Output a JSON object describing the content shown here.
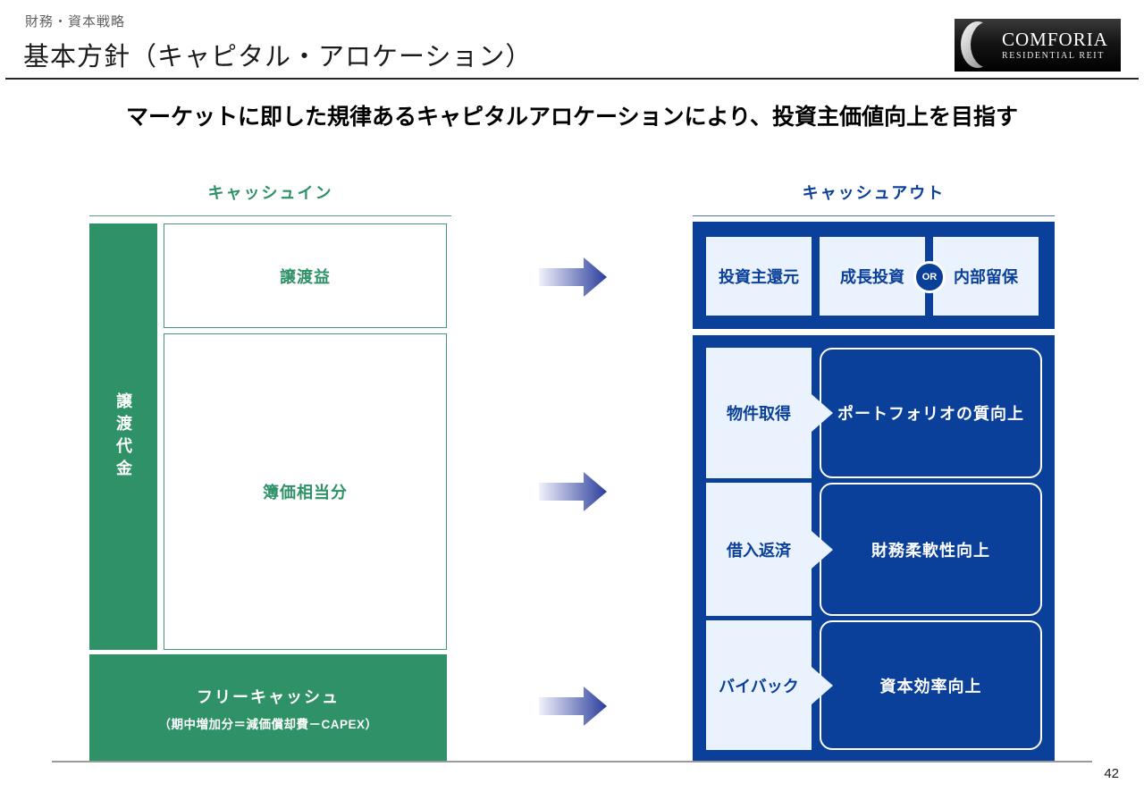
{
  "header": {
    "eyebrow": "財務・資本戦略",
    "title": "基本方針（キャピタル・アロケーション）",
    "logo": {
      "name": "COMFORIA",
      "sub": "RESIDENTIAL REIT"
    }
  },
  "subtitle": "マーケットに即した規律あるキャピタルアロケーションにより、投資主価値向上を目指す",
  "cash_in": {
    "heading": "キャッシュイン",
    "side_label": "譲渡代金",
    "boxes": {
      "gain": "譲渡益",
      "book": "簿価相当分"
    },
    "free_cash": {
      "title": "フリーキャッシュ",
      "note": "（期中増加分＝減価償却費－CAPEX）"
    }
  },
  "cash_out": {
    "heading": "キャッシュアウト",
    "top_row": {
      "items": [
        "投資主還元",
        "成長投資",
        "内部留保"
      ],
      "or_label": "OR"
    },
    "rows": [
      {
        "label": "物件取得",
        "result": "ポートフォリオの質向上"
      },
      {
        "label": "借入返済",
        "result": "財務柔軟性向上"
      },
      {
        "label": "バイバック",
        "result": "資本効率向上"
      }
    ]
  },
  "page_number": "42",
  "colors": {
    "green": "#2e9266",
    "navy": "#0a3f9a",
    "light_blue": "#e9f2fd",
    "arrow_start": "#f1f2fa",
    "arrow_end": "#2b3e9d"
  }
}
